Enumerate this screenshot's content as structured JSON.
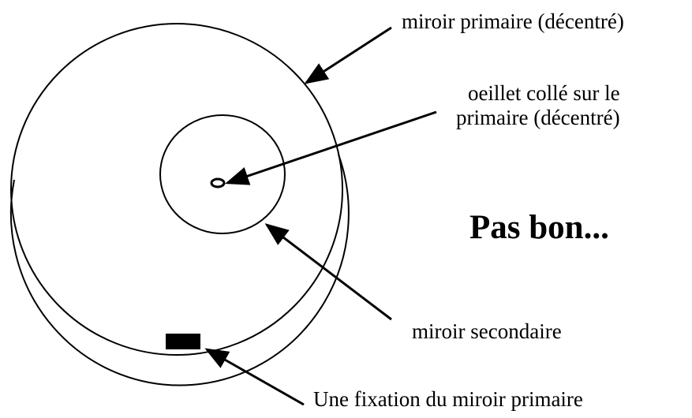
{
  "labels": {
    "primary_mirror": "miroir primaire (décentré)",
    "oeillet_line1": "oeillet collé sur le",
    "oeillet_line2": "primaire (décentré)",
    "verdict": "Pas bon...",
    "secondary_mirror": "miroir secondaire",
    "fixation": "Une fixation du miroir primaire"
  },
  "colors": {
    "ink": "#000000",
    "background": "#ffffff"
  }
}
